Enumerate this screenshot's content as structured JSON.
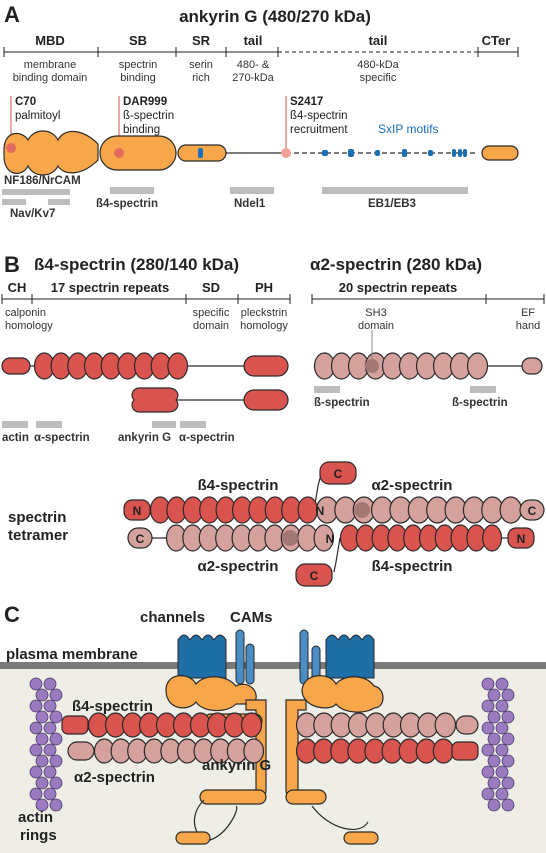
{
  "panelA": {
    "letter": "A",
    "title": "ankyrin G (480/270 kDa)",
    "domains": [
      "MBD",
      "SB",
      "SR",
      "tail",
      "tail",
      "CTer"
    ],
    "descs": {
      "mbd1": "membrane",
      "mbd2": "binding domain",
      "sb1": "spectrin",
      "sb2": "binding",
      "sr1": "serin",
      "sr2": "rich",
      "t1a": "480- &",
      "t1b": "270-kDa",
      "t2a": "480-kDa",
      "t2b": "specific"
    },
    "sites": {
      "c70a": "C70",
      "c70b": "palmitoyl",
      "darA": "DAR999",
      "darB": "ß-spectrin",
      "darC": "binding",
      "s2417a": "S2417",
      "s2417b": "ß4-spectrin",
      "s2417c": "recruitment",
      "sxip": "SxIP motifs"
    },
    "binders": {
      "nf186": "NF186/NrCAM",
      "nav": "Nav/Kv7",
      "b4": "ß4-spectrin",
      "ndel1": "Ndel1",
      "eb": "EB1/EB3"
    }
  },
  "panelB": {
    "letter": "B",
    "title1": "ß4-spectrin (280/140 kDa)",
    "title2": "α2-spectrin (280 kDa)",
    "b4domains": [
      "CH",
      "17 spectrin repeats",
      "SD",
      "PH"
    ],
    "b4desc": {
      "ch1": "calponin",
      "ch2": "homology",
      "sd1": "specific",
      "sd2": "domain",
      "ph1": "pleckstrin",
      "ph2": "homology"
    },
    "a2domains": [
      "20 spectrin repeats"
    ],
    "a2desc": {
      "sh3a": "SH3",
      "sh3b": "domain",
      "ef1": "EF",
      "ef2": "hand"
    },
    "binders": {
      "actin": "actin",
      "alpha1": "α-spectrin",
      "ankg": "ankyrin G",
      "alpha2": "α-spectrin",
      "beta1": "ß-spectrin",
      "beta2": "ß-spectrin"
    },
    "tetramer": {
      "label1": "spectrin",
      "label2": "tetramer",
      "b4top": "ß4-spectrin",
      "a2top": "α2-spectrin",
      "a2bot": "α2-spectrin",
      "b4bot": "ß4-spectrin",
      "N": "N",
      "C": "C"
    }
  },
  "panelC": {
    "letter": "C",
    "channels": "channels",
    "cams": "CAMs",
    "membrane": "plasma membrane",
    "b4": "ß4-spectrin",
    "a2": "α2-spectrin",
    "ankg": "ankyrin G",
    "actin1": "actin",
    "actin2": "rings"
  },
  "colors": {
    "ankyrin": "#f7a74a",
    "beta4": "#d9534f",
    "alpha2": "#d4a19c",
    "channel": "#1e6fa5",
    "membrane": "#7a7a7a",
    "cytoplasm": "#efeee6",
    "actin": "#9b7bc0",
    "motif": "#1b6fb5"
  }
}
